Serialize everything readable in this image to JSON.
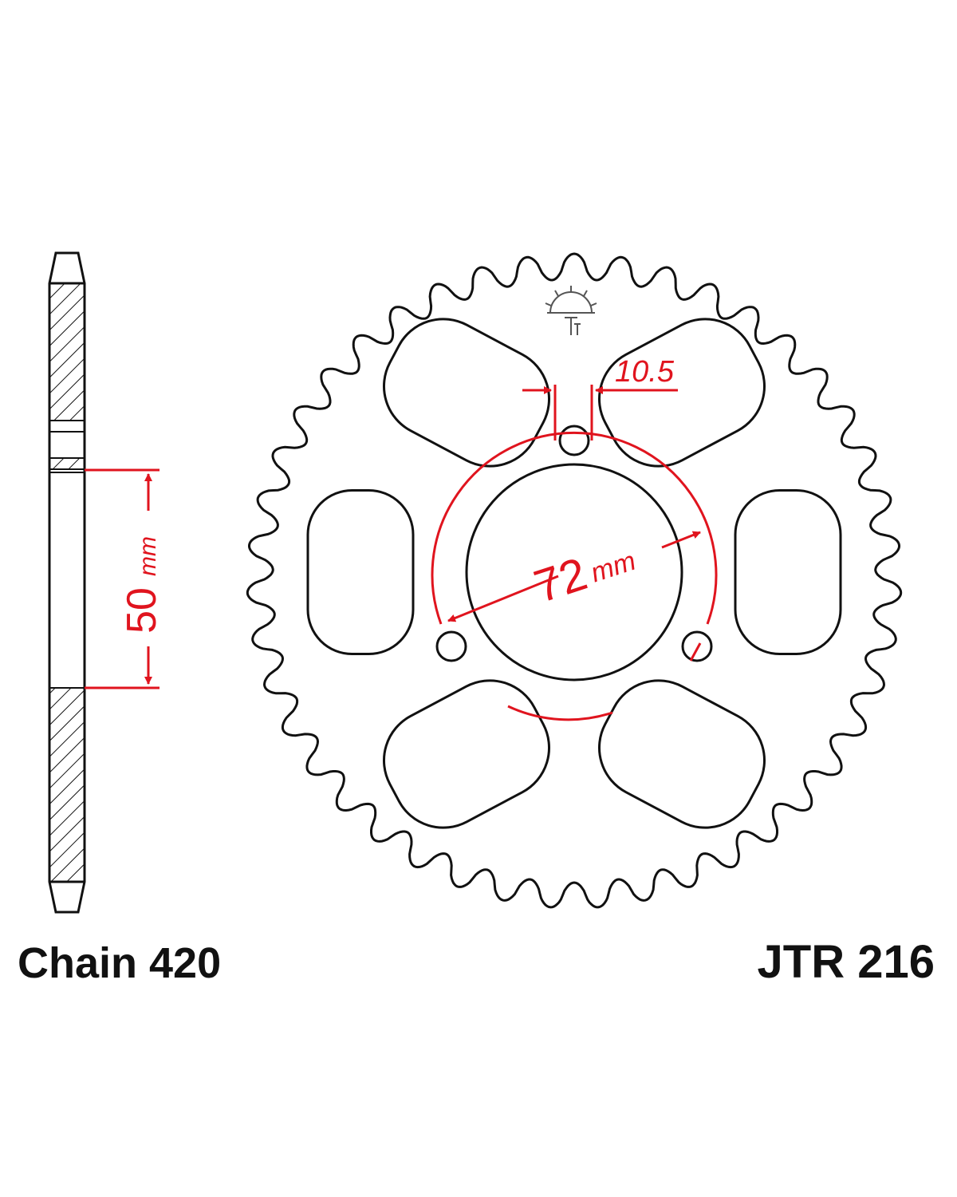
{
  "side_view": {
    "dimension_value": "50",
    "dimension_unit": "mm",
    "caption": "Chain 420"
  },
  "front_view": {
    "tooth_count": 43,
    "web_width_value": "10.5",
    "pcd_value": "72",
    "pcd_unit": "mm",
    "bolt_hole_count": 3,
    "lightening_hole_count": 6,
    "part_number": "JTR 216"
  },
  "colors": {
    "outline": "#111111",
    "dimension": "#e0141e",
    "hatch": "#111111",
    "background": "#ffffff"
  },
  "icons": {
    "logo": "jt-sun-logo-icon"
  }
}
